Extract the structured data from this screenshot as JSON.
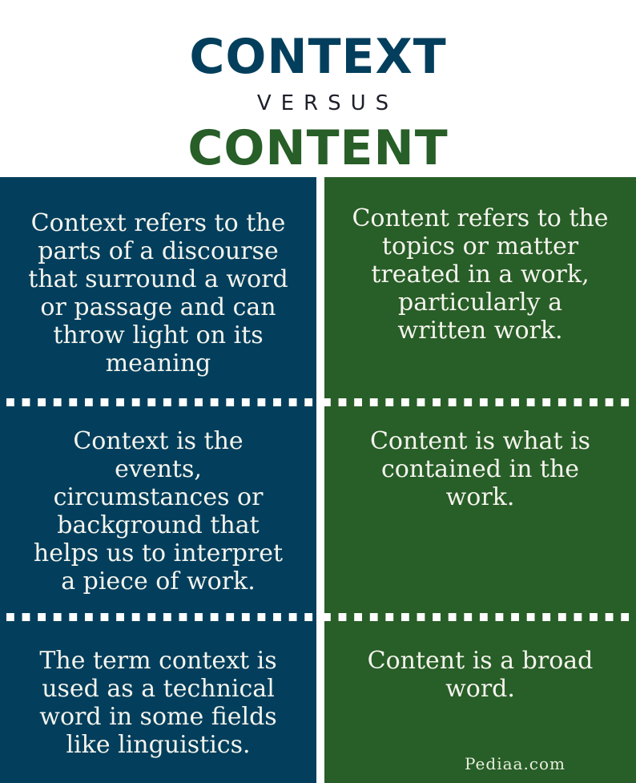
{
  "header": {
    "title_left": "CONTEXT",
    "versus": "VERSUS",
    "title_right": "CONTENT"
  },
  "colors": {
    "context_blue": "#033f5c",
    "content_green": "#285e27",
    "text_light": "#f4f4ee",
    "background": "#ffffff"
  },
  "rows": [
    {
      "context": [
        "Context refers to the",
        "parts of a discourse",
        "that surround a word",
        "or passage and can",
        "throw light on its",
        "meaning"
      ],
      "content": [
        "Content refers to the",
        "topics or matter",
        "treated in a work,",
        "particularly a",
        "written work."
      ]
    },
    {
      "context": [
        "Context is the",
        "events,",
        "circumstances or",
        "background that",
        "helps us to interpret",
        "a piece of work."
      ],
      "content": [
        "Content is what is",
        "contained in the",
        "work."
      ]
    },
    {
      "context": [
        "The term context is",
        "used as a technical",
        "word in some fields",
        "like linguistics."
      ],
      "content": [
        "Content is a broad",
        "word."
      ]
    }
  ],
  "footer": {
    "brand": "Pediaa.com"
  }
}
